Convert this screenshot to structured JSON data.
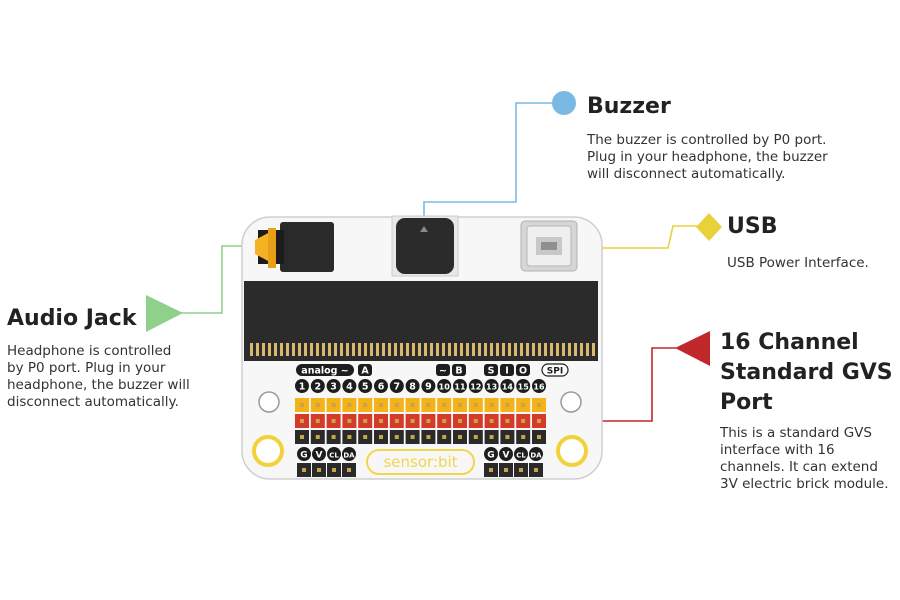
{
  "callouts": {
    "buzzer": {
      "title": "Buzzer",
      "lines": [
        "The buzzer is controlled by P0 port.",
        "Plug in your headphone, the buzzer",
        "will disconnect automatically."
      ],
      "color": "#7ab9e3"
    },
    "usb": {
      "title": "USB",
      "lines": [
        "USB Power Interface."
      ],
      "color": "#e8d23a"
    },
    "audio": {
      "title": "Audio Jack",
      "lines": [
        "Headphone is controlled",
        "by P0 port. Plug in your",
        "headphone, the buzzer will",
        "disconnect automatically."
      ],
      "color": "#8fd18a"
    },
    "gvs": {
      "title_lines": [
        "16 Channel",
        "Standard GVS",
        "Port"
      ],
      "lines": [
        "This is a standard GVS",
        "interface with 16",
        "channels. It can extend",
        "3V electric brick module."
      ],
      "color": "#c0282c"
    }
  },
  "board": {
    "analog_label": "analog ~",
    "a_label": "A",
    "tilde_label": "~",
    "b_label": "B",
    "s_label": "S",
    "i_label": "I",
    "o_label": "O",
    "spi_label": "SPI",
    "pin_numbers": [
      "1",
      "2",
      "3",
      "4",
      "5",
      "6",
      "7",
      "8",
      "9",
      "10",
      "11",
      "12",
      "13",
      "14",
      "15",
      "16"
    ],
    "left_header": [
      "G",
      "V",
      "CL",
      "DA"
    ],
    "right_header": [
      "G",
      "V",
      "CL",
      "DA"
    ],
    "brand": "sensor:bit"
  }
}
